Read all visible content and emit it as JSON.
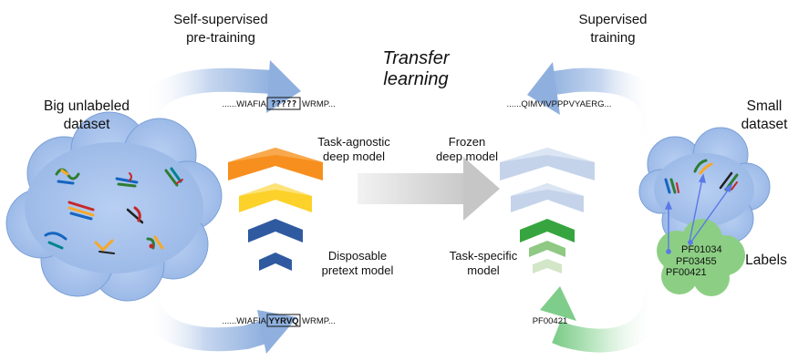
{
  "pretraining": {
    "title_line1": "Self-supervised",
    "title_line2": "pre-training",
    "masked_seq_prefix": "......WIAFIA",
    "masked_token": "?????",
    "masked_seq_suffix": "WRMP...",
    "filled_seq_prefix": "......WIAFIA",
    "filled_token": "YYRVQ",
    "filled_seq_suffix": "WRMP..."
  },
  "big_dataset": {
    "line1": "Big unlabeled",
    "line2": "dataset"
  },
  "transfer": {
    "line1": "Transfer",
    "line2": "learning"
  },
  "agnostic_model": {
    "line1": "Task-agnostic",
    "line2": "deep model"
  },
  "pretext_model": {
    "line1": "Disposable",
    "line2": "pretext model"
  },
  "supervised": {
    "title_line1": "Supervised",
    "title_line2": "training",
    "input_seq": "......QIMVIVPPPVYAERG...",
    "output_label": "PF00421"
  },
  "frozen_model": {
    "line1": "Frozen",
    "line2": "deep model"
  },
  "specific_model": {
    "line1": "Task-specific",
    "line2": "model"
  },
  "small_dataset": {
    "line1": "Small",
    "line2": "dataset"
  },
  "labels": {
    "title": "Labels",
    "items": [
      "PF01034",
      "PF03455",
      "PF00421"
    ]
  },
  "colors": {
    "cloud_fill": "#a9c4ee",
    "arrow_blue": "#8fb0de",
    "arrow_green": "#8fd29a",
    "orange": "#f78f1e",
    "yellow": "#fcd12a",
    "navy": "#2f5aa0",
    "pale_blue": "#c4d3ea",
    "green_dark": "#37a53f",
    "green_mid": "#8fc984",
    "green_light": "#d3e6c8",
    "label_cloud": "#8ccf84"
  }
}
